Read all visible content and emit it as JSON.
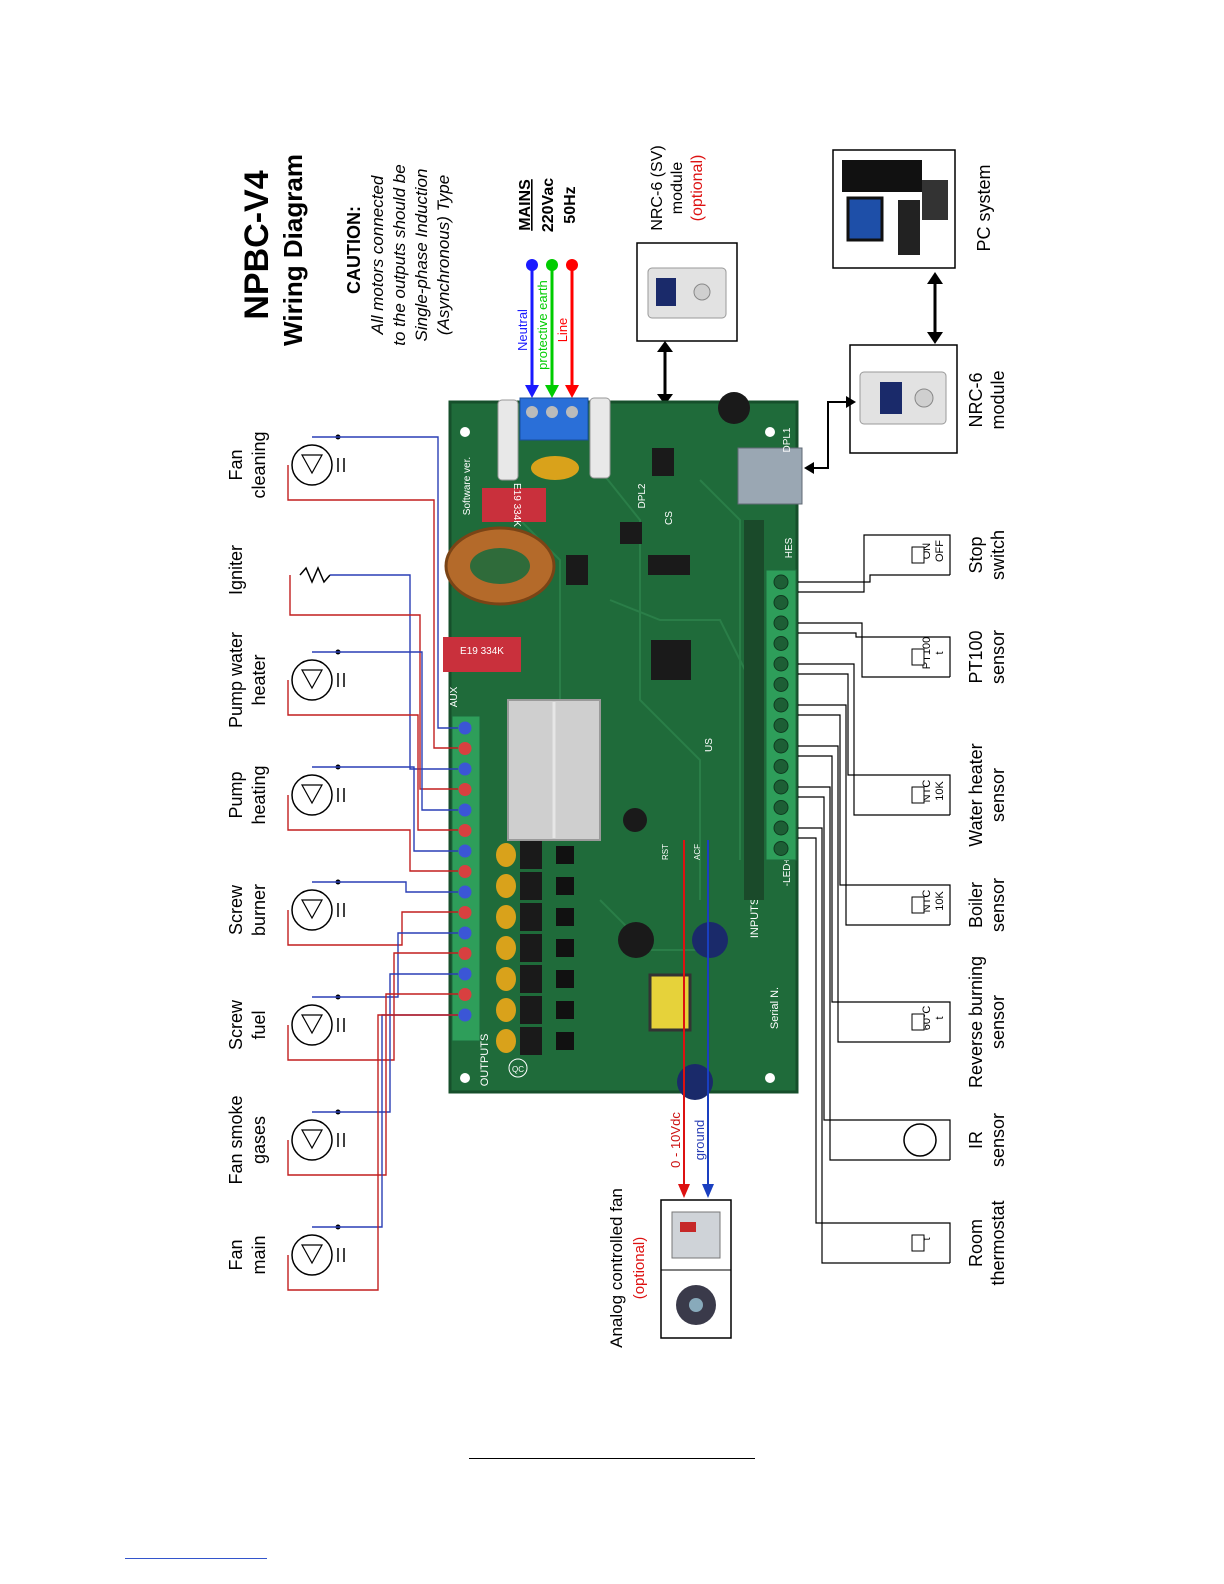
{
  "title": {
    "main": "NPBC-V4",
    "sub": "Wiring Diagram"
  },
  "caution": {
    "heading": "CAUTION:",
    "lines": [
      "All motors connected",
      "to the outputs should be",
      "Single-phase Induction",
      "(Asynchronous) Type"
    ]
  },
  "mains": {
    "heading": "MAINS",
    "voltage": "220Vac",
    "frequency": "50Hz",
    "neutral": "Neutral",
    "earth": "protective earth",
    "line": "Line"
  },
  "outputs": [
    {
      "l1": "Fan",
      "l2": "cleaning"
    },
    {
      "l1": "Igniter",
      "l2": ""
    },
    {
      "l1": "Pump water",
      "l2": "heater"
    },
    {
      "l1": "Pump",
      "l2": "heating"
    },
    {
      "l1": "Screw",
      "l2": "burner"
    },
    {
      "l1": "Screw",
      "l2": "fuel"
    },
    {
      "l1": "Fan smoke",
      "l2": "gases"
    },
    {
      "l1": "Fan",
      "l2": "main"
    }
  ],
  "modules": {
    "nrc6sv": {
      "l1": "NRC-6 (SV)",
      "l2": "module",
      "l3": "(optional)"
    },
    "nrc6": {
      "l1": "NRC-6",
      "l2": "module"
    },
    "pc": "PC system"
  },
  "inputs": [
    {
      "l1": "Stop",
      "l2": "switch",
      "extra1": "ON",
      "extra2": "OFF"
    },
    {
      "l1": "PT100",
      "l2": "sensor",
      "extra1": "PT100",
      "extra2": "t"
    },
    {
      "l1": "Water heater",
      "l2": "sensor",
      "extra1": "NTC",
      "extra2": "10K"
    },
    {
      "l1": "Boiler",
      "l2": "sensor",
      "extra1": "NTC",
      "extra2": "10K"
    },
    {
      "l1": "Reverse burning",
      "l2": "sensor",
      "extra1": "60°C",
      "extra2": "t"
    },
    {
      "l1": "IR",
      "l2": "sensor"
    },
    {
      "l1": "Room",
      "l2": "thermostat",
      "extra1": "t"
    }
  ],
  "analog_fan": {
    "l1": "Analog controlled fan",
    "l2": "(optional)",
    "signal": "0 - 10Vdc",
    "ground": "ground"
  },
  "board_labels": {
    "outputs": "OUTPUTS",
    "inputs": "INPUTS",
    "serial": "Serial N.",
    "software": "Software ver.",
    "aux": "AUX",
    "dpl1": "DPL1",
    "dpl2": "DPL2",
    "hes": "HES",
    "cs": "CS",
    "us": "US",
    "led": "-LED+",
    "rst": "RST",
    "acf": "ACF",
    "cap_e19": "E19 334K",
    "qc": "QC"
  },
  "colors": {
    "neutral": "#1a1aff",
    "earth": "#00cc00",
    "line": "#ff0000",
    "pcb": "#1f6b3a",
    "pcb_dark": "#164f2b",
    "terminal": "#2e9e5a",
    "optional": "#dd1111",
    "wire_blue": "#2a3fb5",
    "wire_red": "#c21f1f",
    "ground_text": "#2a3fb5",
    "signal_text": "#cc1111"
  }
}
